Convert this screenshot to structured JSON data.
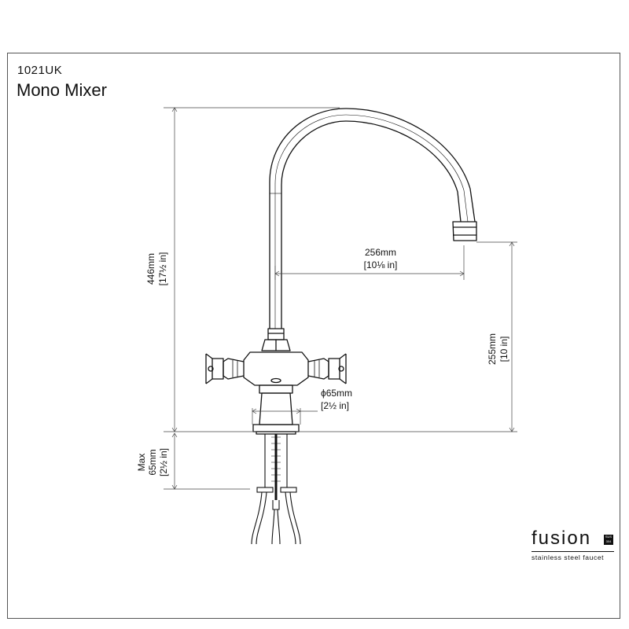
{
  "header": {
    "model_code": "1021UK",
    "product_name": "Mono Mixer"
  },
  "dimensions": {
    "total_height": {
      "mm": "446mm",
      "inch": "[17½ in]"
    },
    "spout_reach": {
      "mm": "256mm",
      "inch": "[10⅛ in]"
    },
    "spout_height": {
      "mm": "255mm",
      "inch": "[10 in]"
    },
    "base_diameter": {
      "mm": "ϕ65mm",
      "inch": "[2½ in]"
    },
    "max_deck": {
      "label": "Max",
      "mm": "65mm",
      "inch": "[2½ in]"
    }
  },
  "brand": {
    "name": "fusion",
    "badge": "SUS 304",
    "tagline": "stainless steel faucet"
  },
  "colors": {
    "line": "#111111",
    "dim_line": "#444444",
    "frame": "#555555"
  }
}
